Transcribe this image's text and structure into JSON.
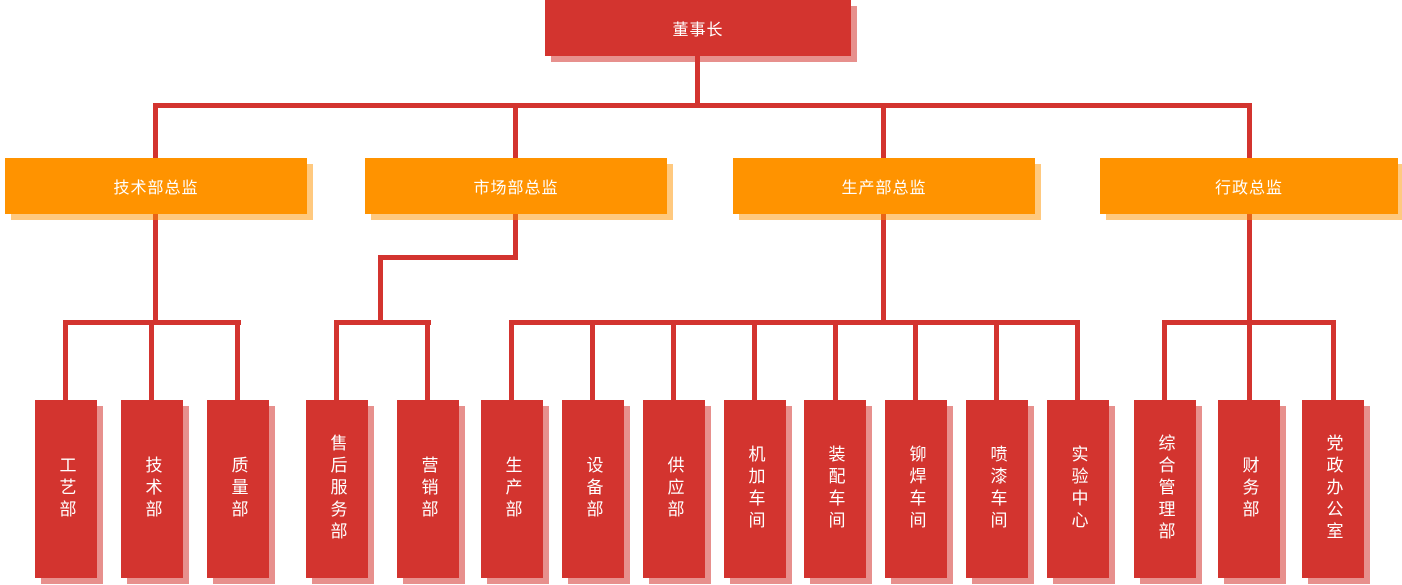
{
  "colors": {
    "node_red": "#d3342f",
    "node_orange": "#ff9300",
    "line_red": "#d3342f",
    "text_white": "#ffffff"
  },
  "org": {
    "root": {
      "label": "董事长"
    },
    "groups": [
      {
        "label": "技术部总监",
        "children": [
          {
            "label": "工艺部"
          },
          {
            "label": "技术部"
          },
          {
            "label": "质量部"
          }
        ]
      },
      {
        "label": "市场部总监",
        "children": [
          {
            "label": "售后服务部"
          },
          {
            "label": "营销部"
          }
        ]
      },
      {
        "label": "生产部总监",
        "children": [
          {
            "label": "生产部"
          },
          {
            "label": "设备部"
          },
          {
            "label": "供应部"
          },
          {
            "label": "机加车间"
          },
          {
            "label": "装配车间"
          },
          {
            "label": "铆焊车间"
          },
          {
            "label": "喷漆车间"
          },
          {
            "label": "实验中心"
          }
        ]
      },
      {
        "label": "行政总监",
        "children": [
          {
            "label": "综合管理部"
          },
          {
            "label": "财务部"
          },
          {
            "label": "党政办公室"
          }
        ]
      }
    ]
  }
}
